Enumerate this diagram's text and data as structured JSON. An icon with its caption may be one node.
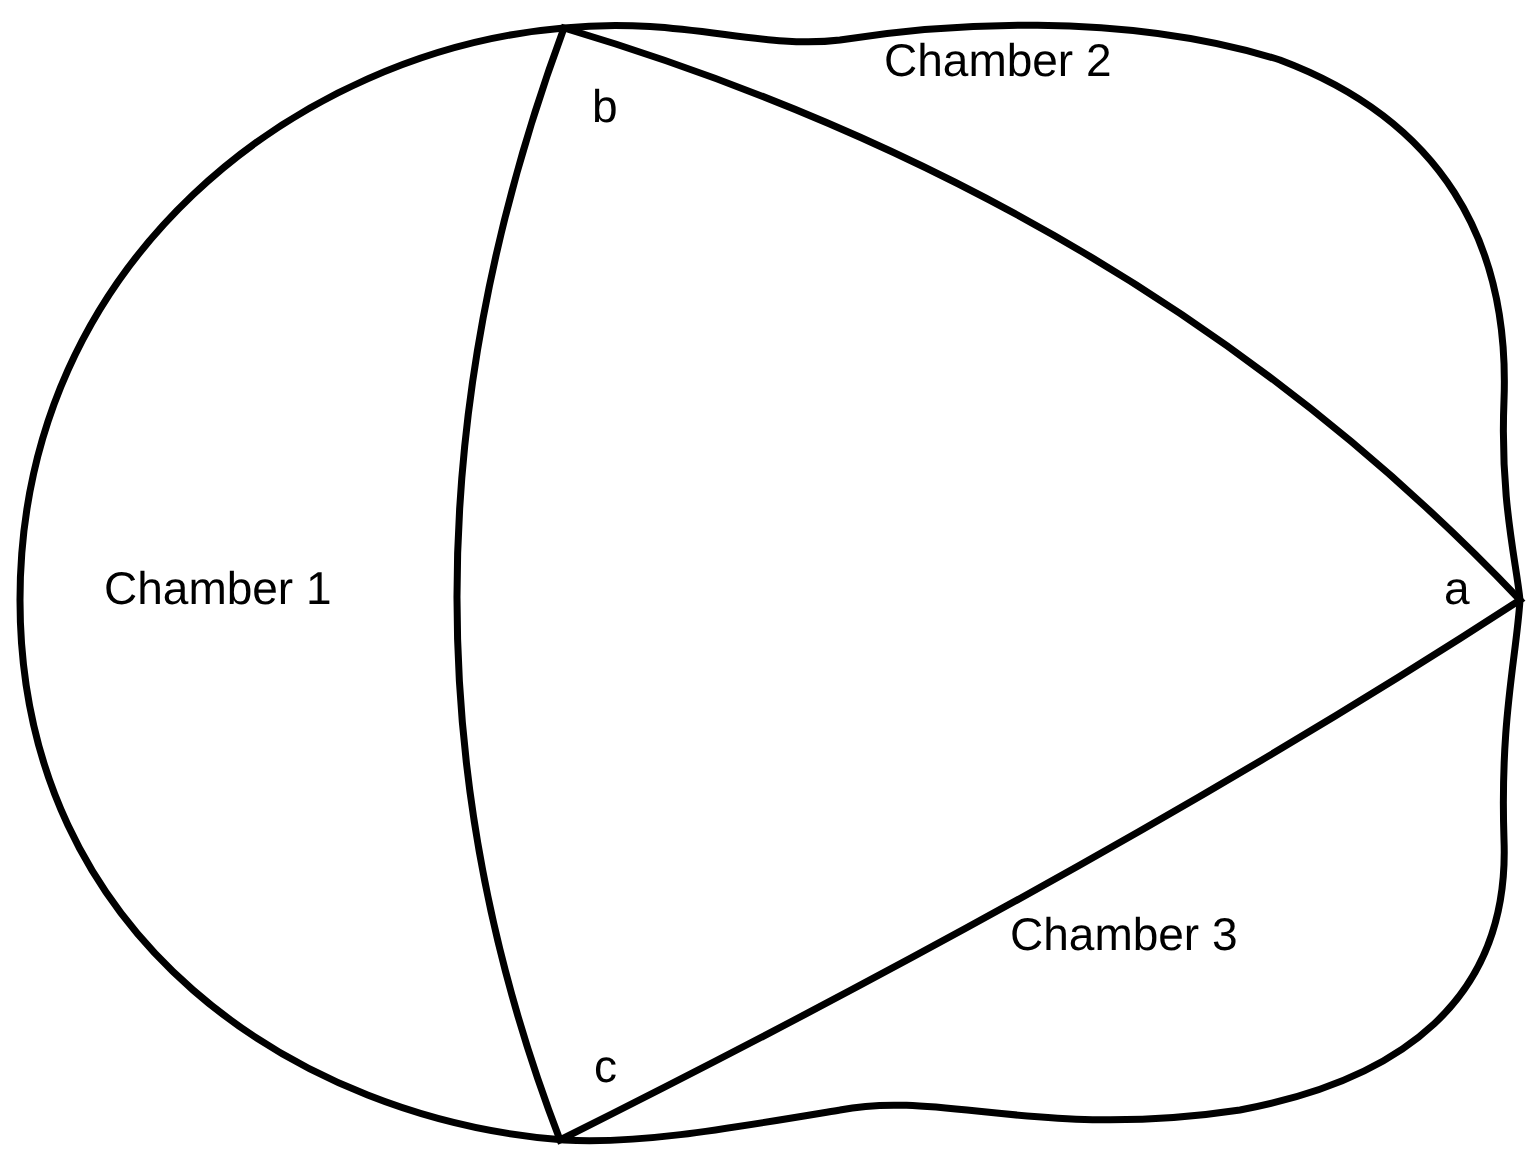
{
  "diagram": {
    "labels": [
      "b",
      "Chamber 2",
      "Chamber 1",
      "a",
      "Chamber 3",
      "c"
    ]
  }
}
